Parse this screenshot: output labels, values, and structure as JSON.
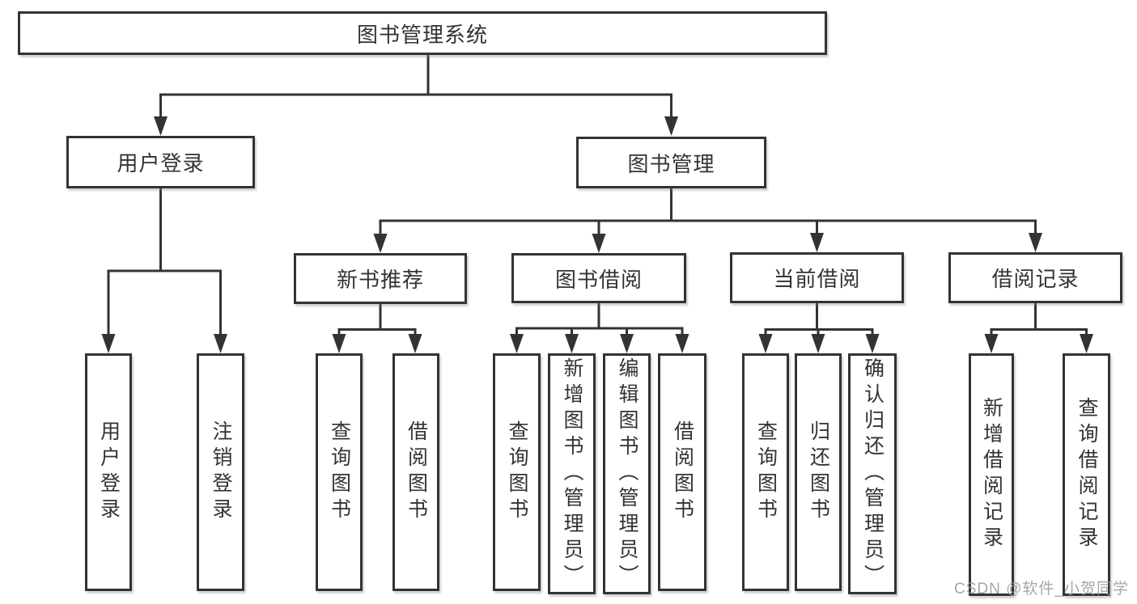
{
  "tree": {
    "root": {
      "label": "图书管理系统"
    },
    "login": {
      "label": "用户登录",
      "children": [
        {
          "label": "用户登录"
        },
        {
          "label": "注销登录"
        }
      ]
    },
    "management": {
      "label": "图书管理",
      "groups": [
        {
          "label": "新书推荐",
          "children": [
            {
              "label": "查询图书"
            },
            {
              "label": "借阅图书"
            }
          ]
        },
        {
          "label": "图书借阅",
          "children": [
            {
              "label": "查询图书"
            },
            {
              "label": "新增图书（管理员）"
            },
            {
              "label": "编辑图书（管理员）"
            },
            {
              "label": "借阅图书"
            }
          ]
        },
        {
          "label": "当前借阅",
          "children": [
            {
              "label": "查询图书"
            },
            {
              "label": "归还图书"
            },
            {
              "label": "确认归还（管理员）"
            }
          ]
        },
        {
          "label": "借阅记录",
          "children": [
            {
              "label": "新增借阅记录"
            },
            {
              "label": "查询借阅记录"
            }
          ]
        }
      ]
    }
  },
  "watermark": {
    "text": "CSDN @软件_小贺同学"
  },
  "colors": {
    "line": "#333333",
    "border": "#333333",
    "text": "#333333",
    "background": "#ffffff",
    "watermark": "#969696"
  }
}
